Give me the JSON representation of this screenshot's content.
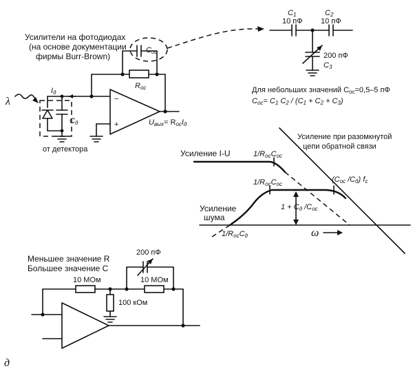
{
  "top_circuit": {
    "title_line1": "Усилители на фотодиодах",
    "title_line2": "(на основе документации",
    "title_line3": "фирмы Burr-Brown)",
    "cap_feedback_label": "C",
    "cap_feedback_sub": "ос",
    "res_feedback_label": "R",
    "res_feedback_sub": "ос",
    "current_label": "I",
    "current_sub": "д",
    "light_symbol": "λ",
    "cap_det_label": "C",
    "cap_det_sub": "д",
    "detector_label": "от детектора",
    "output_label": "U",
    "output_sub": "вых",
    "output_eq": "= R",
    "output_eq_sub": "ос",
    "output_eq_end": "I",
    "output_eq_end_sub": "д",
    "minus_sign": "−",
    "plus_sign": "+"
  },
  "cap_network": {
    "c1_label": "C",
    "c1_sub": "1",
    "c1_value": "10 пФ",
    "c2_label": "C",
    "c2_sub": "2",
    "c2_value": "10 пФ",
    "c3_value": "200 пФ",
    "c3_label": "C",
    "c3_sub": "3",
    "note_line1": "Для небольших значений C",
    "note_line1_sub": "ос",
    "note_line1_end": "=0,5–5 пФ",
    "note_line2": "C",
    "note_line2_sub": "ос",
    "note_line2_rest": "= C",
    "note_line2_rest_sub1": "1",
    "note_line2_c2": " C",
    "note_line2_c2_sub": "2",
    "note_line2_div": " / (C",
    "note_line2_div_sub1": "1",
    "note_line2_plus1": " + C",
    "note_line2_plus1_sub": "2",
    "note_line2_plus2": " + C",
    "note_line2_plus2_sub": "3",
    "note_line2_close": ")"
  },
  "bode": {
    "open_loop_line1": "Усиление при разомкнутой",
    "open_loop_line2": "цепи обратной связи",
    "iu_gain": "Усиление I-U",
    "pole1": "1/R",
    "pole1_sub": "ос",
    "pole1_c": "C",
    "pole1_c_sub": "ос",
    "pole2": "1/R",
    "pole2_sub": "ос",
    "pole2_c": "C",
    "pole2_c_sub": "ос",
    "fc_label": "(C",
    "fc_label_sub1": "ос",
    "fc_label_mid": " /C",
    "fc_label_sub2": "д",
    "fc_label_end": ") f",
    "fc_label_sub3": "c",
    "noise_line1": "Усиление",
    "noise_line2": "шума",
    "noise_gain": "1 + C",
    "noise_gain_sub1": "д",
    "noise_gain_mid": " /C",
    "noise_gain_sub2": "ос",
    "zero": "1/R",
    "zero_sub": "ос",
    "zero_c": "C",
    "zero_c_sub": "д",
    "omega": "ω"
  },
  "bottom_circuit": {
    "note_line1": "Меньшее значение R",
    "note_line2": "Большее значение C",
    "r1_value": "10 МОм",
    "r2_value": "10 МОм",
    "c_value": "200 пФ",
    "r3_value": "100 кОм"
  },
  "panel_letter": "д"
}
